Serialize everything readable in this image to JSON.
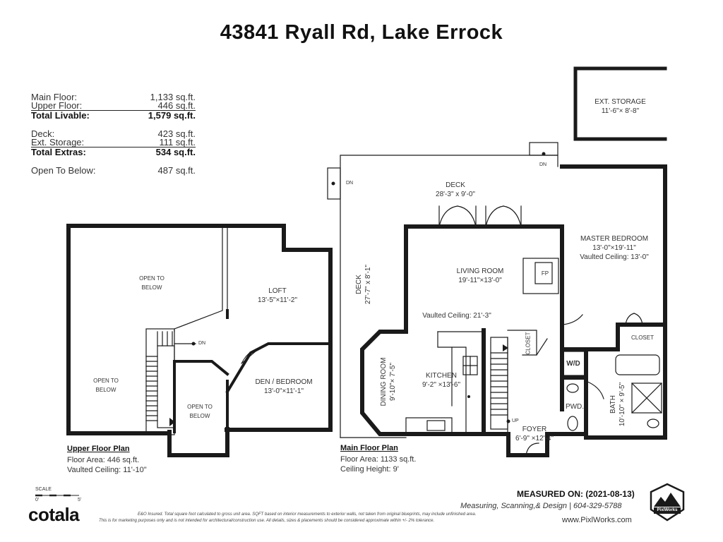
{
  "title": "43841 Ryall Rd, Lake Errock",
  "areas": {
    "main_floor": {
      "label": "Main Floor:",
      "value": "1,133 sq.ft."
    },
    "upper_floor": {
      "label": "Upper Floor:",
      "value": "446 sq.ft."
    },
    "total_livable": {
      "label": "Total Livable:",
      "value": "1,579 sq.ft."
    },
    "deck": {
      "label": "Deck:",
      "value": "423 sq.ft."
    },
    "ext_storage": {
      "label": "Ext. Storage:",
      "value": "111 sq.ft."
    },
    "total_extras": {
      "label": "Total Extras:",
      "value": "534 sq.ft."
    },
    "open_to_below": {
      "label": "Open To Below:",
      "value": "487 sq.ft."
    }
  },
  "rooms": {
    "ext_storage": {
      "name": "EXT. STORAGE",
      "dim": "11'-6\"× 8'-8\""
    },
    "deck_top": {
      "name": "DECK",
      "dim": "28'-3\" x 9'-0\""
    },
    "deck_side": {
      "name": "DECK",
      "dim": "27'-7\" x 8'-1\""
    },
    "master": {
      "name": "MASTER BEDROOM",
      "dim": "13'-0\"×19'-11\"",
      "extra": "Vaulted Ceiling: 13'-0\""
    },
    "living": {
      "name": "LIVING ROOM",
      "dim": "19'-11\"×13'-0\""
    },
    "vaulted": "Vaulted Ceiling: 21'-3\"",
    "fp": "FP",
    "closet_main": "CLOSET",
    "closet_master": "CLOSET",
    "wd": "W/D",
    "dining": {
      "name": "DINING ROOM",
      "dim": "9'-10\"× 7'-5\""
    },
    "kitchen": {
      "name": "KITCHEN",
      "dim": "9'-2\" ×13'-6\""
    },
    "pwd": "PWD.",
    "bath": {
      "name": "BATH",
      "dim": "10'-10\" × 9'-5\""
    },
    "foyer": {
      "name": "FOYER",
      "dim": "6'-9\" ×12'-4\""
    },
    "otb1": {
      "line1": "OPEN TO",
      "line2": "BELOW"
    },
    "otb2": {
      "line1": "OPEN TO",
      "line2": "BELOW"
    },
    "otb3": {
      "line1": "OPEN TO",
      "line2": "BELOW"
    },
    "loft": {
      "name": "LOFT",
      "dim": "13'-5\"×11'-2\""
    },
    "den": {
      "name": "DEN / BEDROOM",
      "dim": "13'-0\"×11'-1\""
    }
  },
  "markers": {
    "dn": "DN",
    "up": "UP"
  },
  "upper_plan": {
    "title": "Upper Floor Plan",
    "area": "Floor Area: 446 sq.ft.",
    "ceiling": "Vaulted Ceiling: 11'-10\""
  },
  "main_plan": {
    "title": "Main Floor Plan",
    "area": "Floor Area: 1133 sq.ft.",
    "ceiling": "Ceiling Height: 9'"
  },
  "footer": {
    "measured_label": "MEASURED ON:",
    "measured_date": "(2021-08-13)",
    "company": "Measuring, Scanning,& Design | 604-329-5788",
    "website": "www.PixlWorks.com",
    "disclaimer1": "E&O Insured.  Total square foot calculated to gross unit area. SQFT based on interior measurements to exterior walls, not taken from original blueprints, may include unfinished area.",
    "disclaimer2": "This is for marketing purposes only and is not intended for architectural/construction use.  All details, sizes & placements should be considered approximate within +/- 2% tolerance.",
    "brand": "cotala",
    "scale_label": "SCALE",
    "scale_start": "0'",
    "scale_end": "5'",
    "badge": "PixlWorks"
  }
}
